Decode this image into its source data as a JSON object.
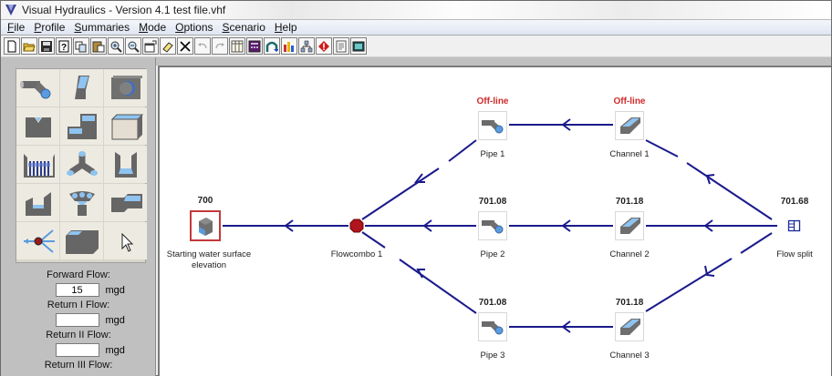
{
  "window": {
    "title": "Visual Hydraulics - Version 4.1 test file.vhf"
  },
  "menu": [
    {
      "mnemonic": "F",
      "rest": "ile"
    },
    {
      "mnemonic": "P",
      "rest": "rofile"
    },
    {
      "mnemonic": "S",
      "rest": "ummaries"
    },
    {
      "mnemonic": "M",
      "rest": "ode"
    },
    {
      "mnemonic": "O",
      "rest": "ptions"
    },
    {
      "mnemonic": "S",
      "rest": "cenario"
    },
    {
      "mnemonic": "H",
      "rest": "elp"
    }
  ],
  "toolbar": {
    "buttons": [
      "new-file-icon",
      "open-folder-icon",
      "save-icon",
      "help-icon",
      "copy-icon",
      "paste-icon",
      "zoom-in-icon",
      "zoom-out-icon",
      "properties-icon",
      "eraser-icon",
      "delete-icon",
      "undo-icon",
      "redo-icon",
      "table-icon",
      "calculator-icon",
      "profile-icon",
      "chart-icon",
      "network-icon",
      "warning-icon",
      "report-icon",
      "screen-icon"
    ]
  },
  "palette": {
    "tools": [
      "pipe-tool",
      "channel-transition-tool",
      "culvert-tool",
      "weir-tool",
      "drop-structure-tool",
      "filter-tool",
      "bar-screen-tool",
      "junction-tool",
      "flume-tool",
      "sluice-gate-tool",
      "diffuser-tool",
      "contraction-tool",
      "flowcombo-tool",
      "tank-tool",
      "pointer-tool"
    ]
  },
  "flows": {
    "forward_label": "Forward Flow:",
    "forward_value": "15",
    "return1_label": "Return I Flow:",
    "return1_value": "",
    "return2_label": "Return II Flow:",
    "return2_value": "",
    "return3_label": "Return III Flow:",
    "unit": "mgd"
  },
  "diagram": {
    "line_color": "#1a1a8c",
    "nodes": {
      "start": {
        "value": "700",
        "name_line1": "Starting water surface",
        "name_line2": "elevation"
      },
      "flowcombo": {
        "name": "Flowcombo 1"
      },
      "pipe1": {
        "value": "Off-line",
        "name": "Pipe 1"
      },
      "channel1": {
        "value": "Off-line",
        "name": "Channel 1"
      },
      "pipe2": {
        "value": "701.08",
        "name": "Pipe 2"
      },
      "channel2": {
        "value": "701.18",
        "name": "Channel 2"
      },
      "pipe3": {
        "value": "701.08",
        "name": "Pipe 3"
      },
      "channel3": {
        "value": "701.18",
        "name": "Channel 3"
      },
      "split": {
        "value": "701.68",
        "name": "Flow split"
      }
    }
  }
}
